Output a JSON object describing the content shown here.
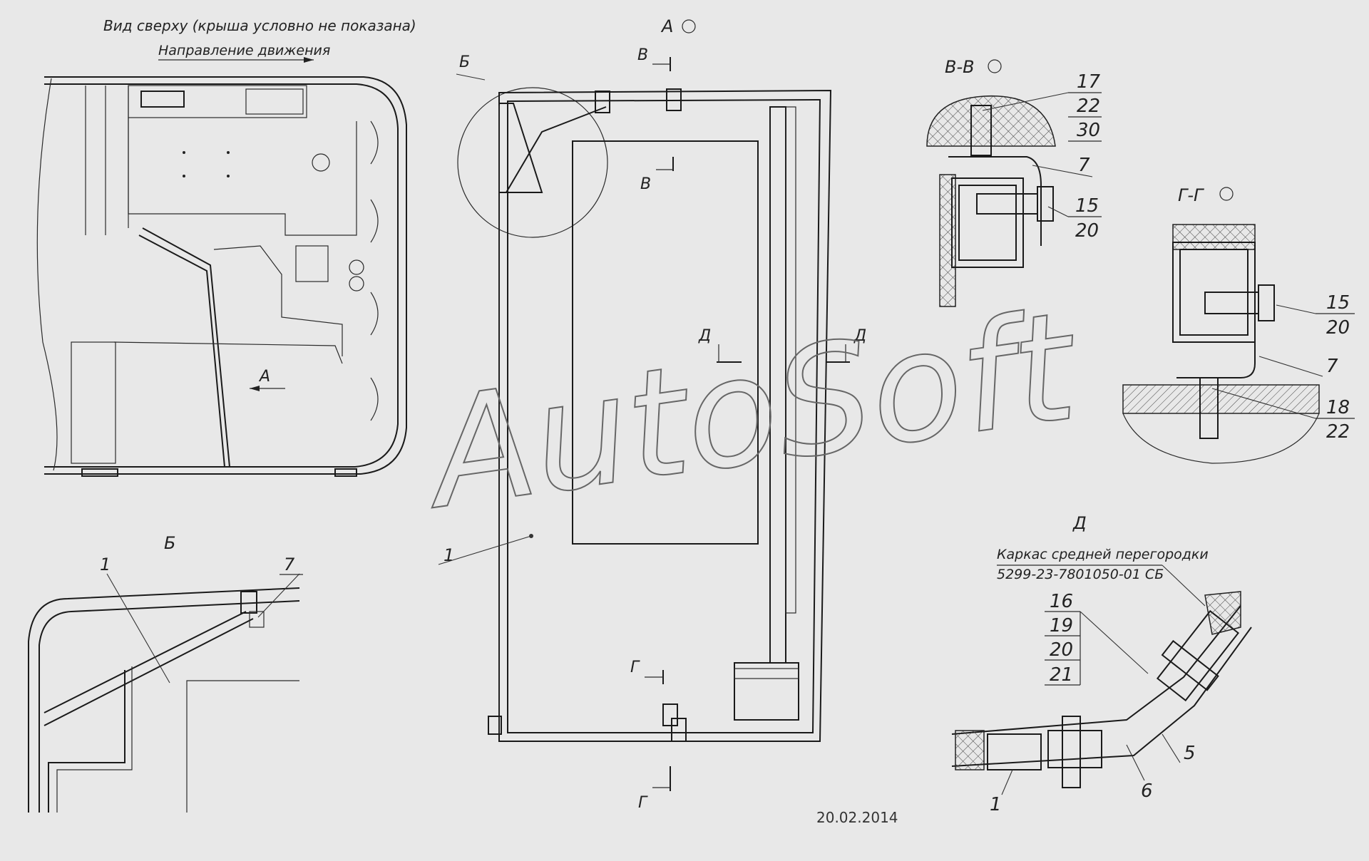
{
  "top_view": {
    "caption": "Вид сверху (крыша условно не показана)",
    "direction": "Направление движения",
    "arrow_label": "А"
  },
  "main_view": {
    "view_label": "А",
    "circle_label": "Б",
    "section_v_top": "В",
    "section_v_bottom": "В",
    "section_d_left": "Д",
    "section_d_right": "Д",
    "section_g_top": "Г",
    "section_g_bottom": "Г",
    "part_1": "1"
  },
  "detail_b": {
    "title": "Б",
    "part_1": "1",
    "part_7": "7"
  },
  "section_vv": {
    "title": "В-В",
    "parts": [
      "17",
      "22",
      "30",
      "7",
      "15",
      "20"
    ]
  },
  "section_gg": {
    "title": "Г-Г",
    "parts": [
      "15",
      "20",
      "7",
      "18",
      "22"
    ]
  },
  "view_d": {
    "title": "Д",
    "frame_caption": "Каркас средней перегородки",
    "frame_number": "5299-23-7801050-01 СБ",
    "parts_stack": [
      "16",
      "19",
      "20",
      "21"
    ],
    "part_5": "5",
    "part_6": "6",
    "part_1": "1"
  },
  "watermark": "AutoSoft",
  "date": "20.02.2014"
}
